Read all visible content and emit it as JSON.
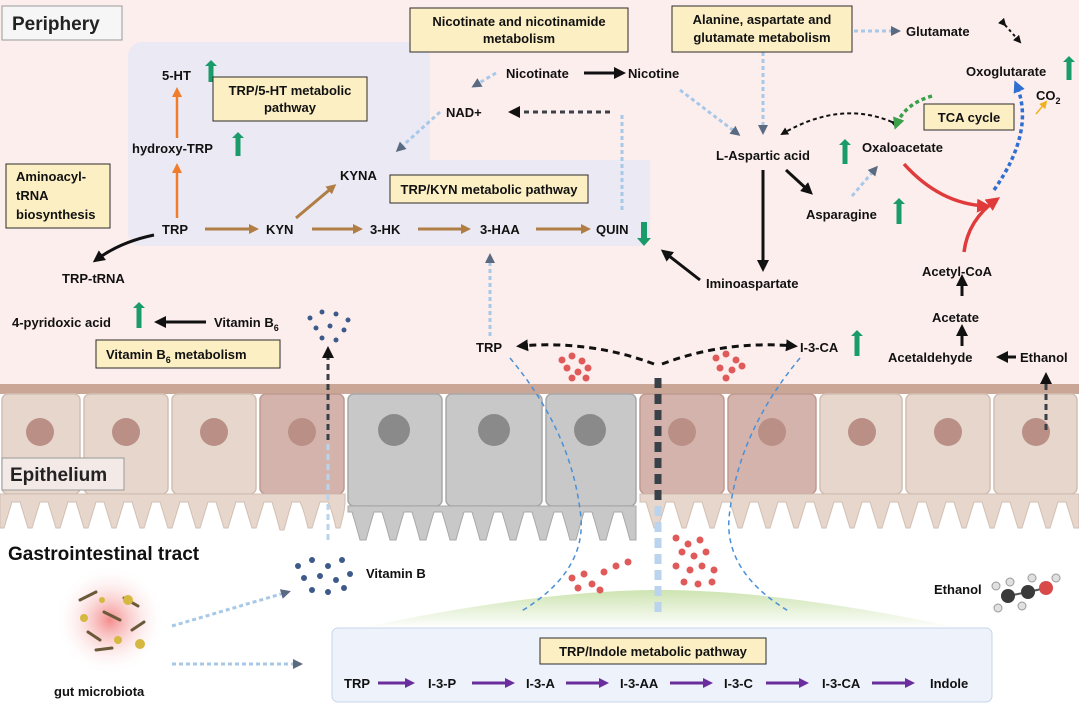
{
  "regions": {
    "periphery": "Periphery",
    "epithelium": "Epithelium",
    "gi_tract": "Gastrointestinal tract",
    "gut_microbiota": "gut microbiota"
  },
  "pathway_boxes": {
    "trp_5ht": [
      "TRP/5-HT metabolic",
      "pathway"
    ],
    "trp_kyn": "TRP/KYN metabolic pathway",
    "aminoacyl": [
      "Aminoacyl-",
      "tRNA",
      "biosynthesis"
    ],
    "vitb6": "Vitamin B",
    "vitb6_tail": " metabolism",
    "nicotinate": [
      "Nicotinate and nicotinamide",
      "metabolism"
    ],
    "alanine": [
      "Alanine, aspartate and",
      "glutamate metabolism"
    ],
    "tca": "TCA cycle",
    "indole": "TRP/Indole metabolic pathway"
  },
  "metabolites": {
    "ht5": "5-HT",
    "hydroxy_trp": "hydroxy-TRP",
    "trp": "TRP",
    "kyna": "KYNA",
    "kyn": "KYN",
    "hk3": "3-HK",
    "haa3": "3-HAA",
    "quin": "QUIN",
    "trp_trna": "TRP-tRNA",
    "pyridoxic": "4-pyridoxic acid",
    "vitb6_a": "Vitamin B",
    "nicotinate": "Nicotinate",
    "nicotine": "Nicotine",
    "nad": "NAD+",
    "glutamate": "Glutamate",
    "oxoglutarate": "Oxoglutarate",
    "co2": "CO",
    "aspartic": "L-Aspartic acid",
    "oxaloacetate": "Oxaloacetate",
    "asparagine": "Asparagine",
    "iminoaspartate": "Iminoaspartate",
    "acetyl_coa": "Acetyl-CoA",
    "acetate": "Acetate",
    "acetaldehyde": "Acetaldehyde",
    "ethanol_top": "Ethanol",
    "trp_mid": "TRP",
    "i3ca_mid": "I-3-CA",
    "vitamin_b": "Vitamin B",
    "ethanol_bottom": "Ethanol"
  },
  "indole_chain": [
    "TRP",
    "I-3-P",
    "I-3-A",
    "I-3-AA",
    "I-3-C",
    "I-3-CA",
    "Indole"
  ],
  "subscripts": {
    "six": "6",
    "two": "2"
  },
  "colors": {
    "periphery_bg": "#fdeeee",
    "panel_bg": "#ebe9f3",
    "box_fill": "#fcefc4",
    "box_stroke": "#2b2b2b",
    "up_arrow": "#1a9b6a",
    "orange": "#f07d2c",
    "brown": "#b07d45",
    "purple": "#6a2d9c",
    "red": "#e03a3a",
    "green_dash": "#3aa04a",
    "blue_dash": "#2f6fd0",
    "light_blue_dash": "#a8c8e8",
    "gray_cell": "#bdbdbd",
    "tan_cell": "#e6d6cc"
  }
}
